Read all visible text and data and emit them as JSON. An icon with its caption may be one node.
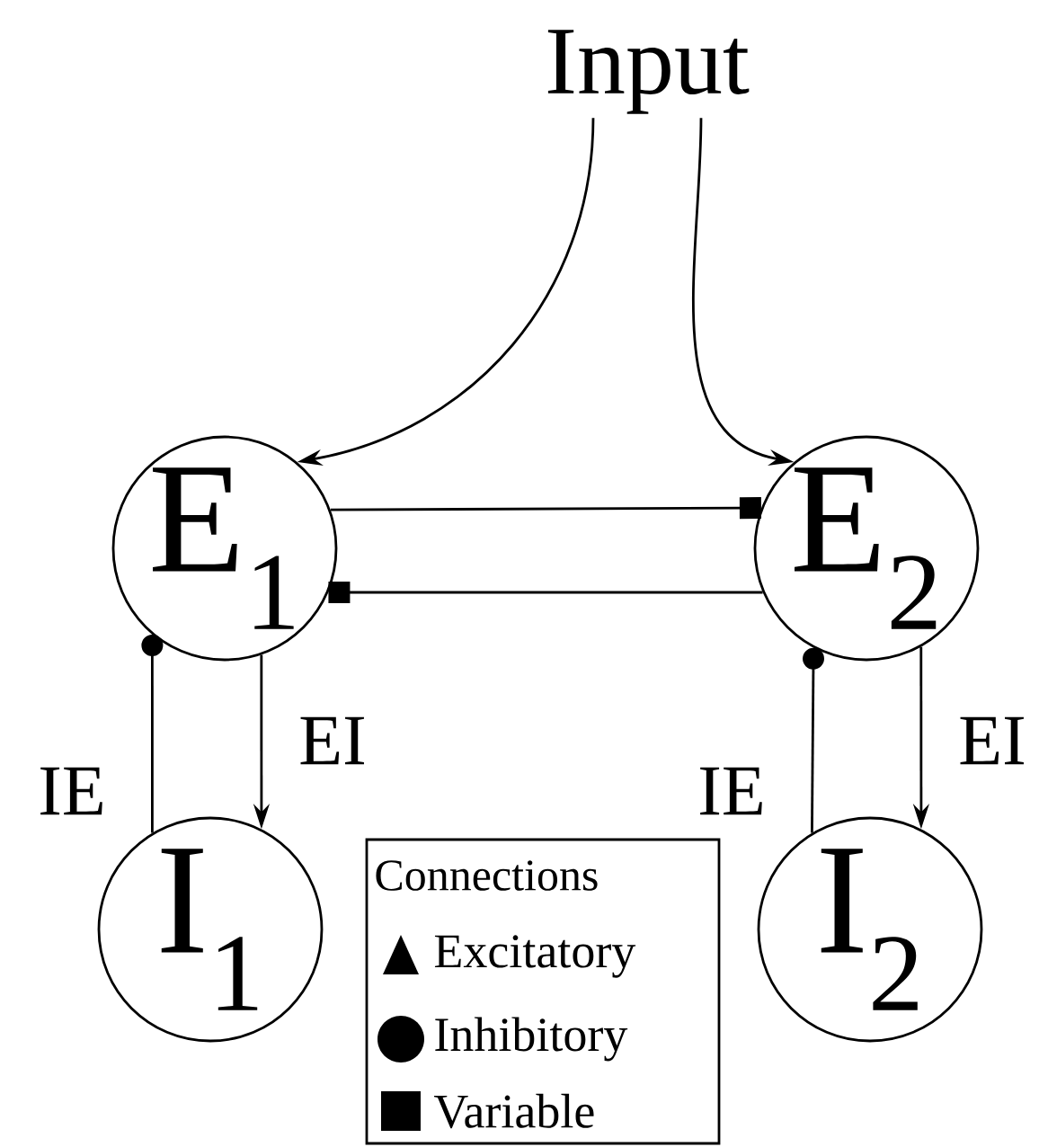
{
  "diagram": {
    "nodes": [
      {
        "text": [
          "Input"
        ]
      },
      {
        "text": [
          "E$_{1}$"
        ]
      },
      {
        "text": [
          "E$_{2}$"
        ]
      },
      {
        "text": [
          "I$_{1}$"
        ]
      },
      {
        "text": [
          "I$_{2}$"
        ]
      }
    ],
    "edges": [
      {
        "from": 0,
        "to": 1,
        "arrow": "to"
      },
      {
        "from": 0,
        "to": 2,
        "arrow": "to"
      },
      {
        "from": 1,
        "to": 2,
        "arrow": "other"
      },
      {
        "from": 2,
        "to": 1,
        "arrow": "other"
      },
      {
        "from": 3,
        "to": 1,
        "arrow": "other",
        "label": "IE"
      },
      {
        "from": 1,
        "to": 3,
        "arrow": "to",
        "label": "EI"
      },
      {
        "from": 4,
        "to": 2,
        "arrow": "other",
        "label": "IE"
      },
      {
        "from": 2,
        "to": 4,
        "arrow": "to",
        "label": "EI"
      }
    ],
    "labels": [
      "Connections"
    ],
    "legend": [
      {
        "text": "Excitatory"
      },
      {
        "text": "Inhibitory"
      },
      {
        "text": "Variable"
      }
    ]
  }
}
